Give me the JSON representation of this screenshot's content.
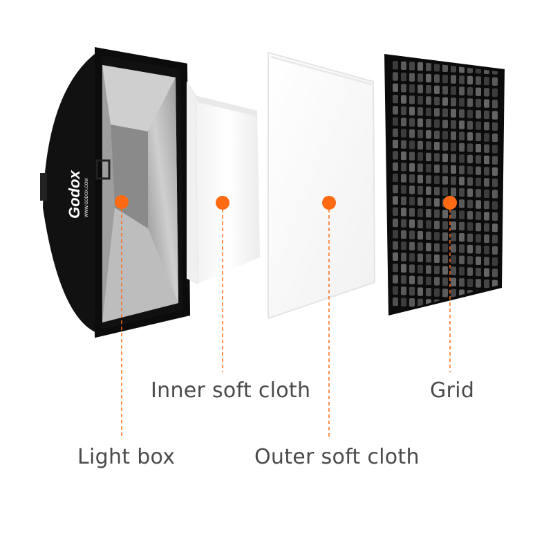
{
  "labels": {
    "light_box": "Light box",
    "inner_soft_cloth": "Inner soft cloth",
    "outer_soft_cloth": "Outer soft cloth",
    "grid": "Grid"
  },
  "brand": {
    "logo_text": "Godox",
    "logo_url_text": "WWW.GODOX.COM"
  },
  "colors": {
    "accent": "#ff6a13",
    "label_text": "#4a4a4a",
    "softbox_frame": "#111111",
    "silver_lining": "#b9b9b9",
    "diffuser": "#ffffff",
    "grid_frame": "#0b0b0b"
  }
}
